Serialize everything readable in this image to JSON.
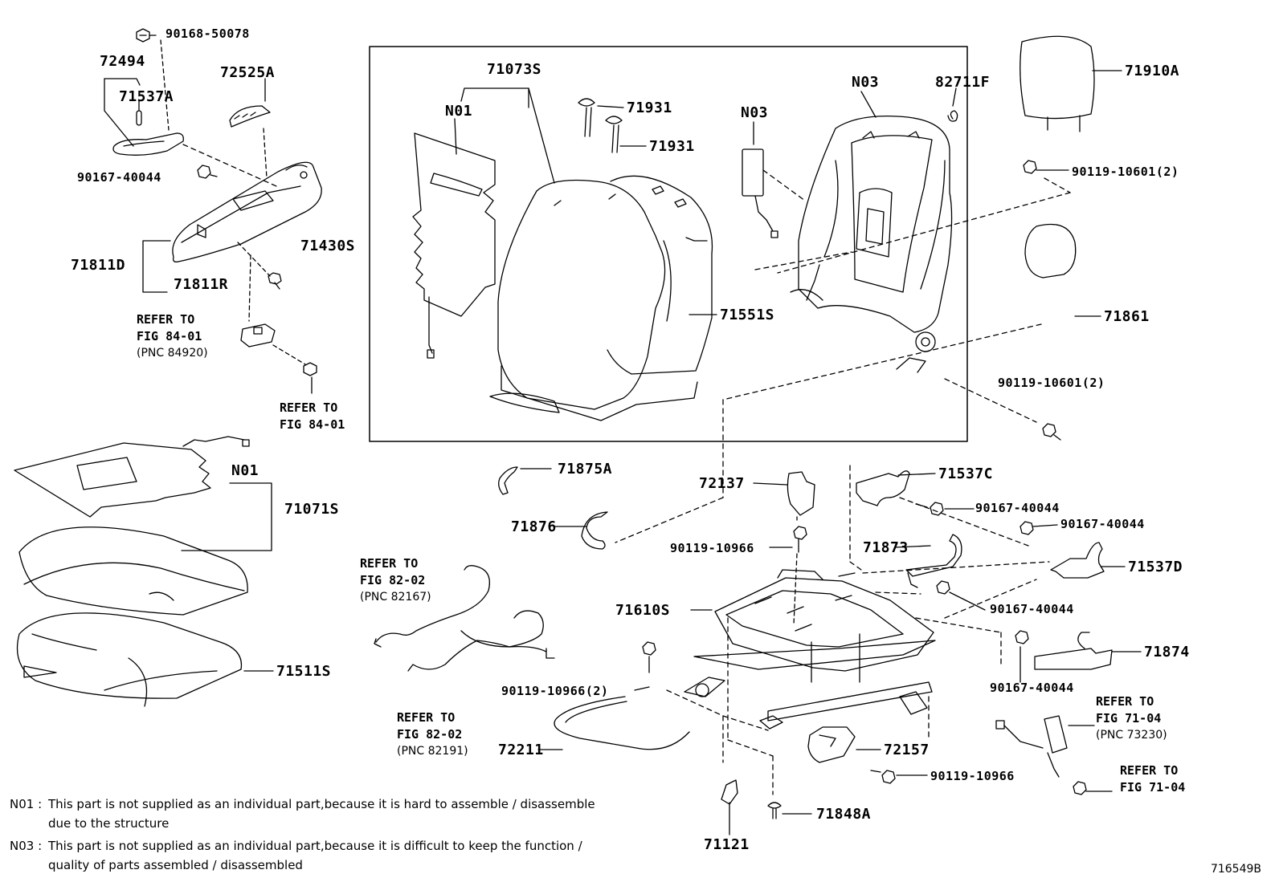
{
  "figure_id": "716549B",
  "labels": {
    "p90168_50078": "90168-50078",
    "p72494": "72494",
    "p71537A": "71537A",
    "p72525A": "72525A",
    "p90167_40044_a": "90167-40044",
    "p71811D": "71811D",
    "p71811R": "71811R",
    "p71430S": "71430S",
    "p71073S": "71073S",
    "pN01_top": "N01",
    "p71931_a": "71931",
    "p71931_b": "71931",
    "pN03_a": "N03",
    "pN03_b": "N03",
    "p82711F": "82711F",
    "p71910A": "71910A",
    "p90119_10601_2a": "90119-10601(2)",
    "p71551S": "71551S",
    "p71861": "71861",
    "p90119_10601_2b": "90119-10601(2)",
    "pN01_left": "N01",
    "p71071S": "71071S",
    "p71511S": "71511S",
    "p71875A": "71875A",
    "p71876": "71876",
    "p72137": "72137",
    "p90119_10966_a": "90119-10966",
    "p71537C": "71537C",
    "p90167_40044_b": "90167-40044",
    "p90167_40044_c": "90167-40044",
    "p71873": "71873",
    "p71537D": "71537D",
    "p71610S": "71610S",
    "p90167_40044_d": "90167-40044",
    "p71874": "71874",
    "p90167_40044_e": "90167-40044",
    "p90119_10966_2": "90119-10966(2)",
    "p72211": "72211",
    "p72157": "72157",
    "p90119_10966_b": "90119-10966",
    "p71848A": "71848A",
    "p71121": "71121"
  },
  "refs": {
    "r1": {
      "l1": "REFER TO",
      "l2": "FIG 84-01",
      "l3": "(PNC 84920)"
    },
    "r2": {
      "l1": "REFER TO",
      "l2": "FIG 84-01"
    },
    "r3": {
      "l1": "REFER TO",
      "l2": "FIG 82-02",
      "l3": "(PNC 82167)"
    },
    "r4": {
      "l1": "REFER TO",
      "l2": "FIG 82-02",
      "l3": "(PNC 82191)"
    },
    "r5": {
      "l1": "REFER TO",
      "l2": "FIG 71-04",
      "l3": "(PNC 73230)"
    },
    "r6": {
      "l1": "REFER TO",
      "l2": "FIG 71-04"
    }
  },
  "notes": {
    "n01_code": "N01 :",
    "n01_line1": "This part is not supplied as an individual part,because it is hard to assemble / disassemble",
    "n01_line2": "due to the structure",
    "n03_code": "N03 :",
    "n03_line1": "This part is not supplied as an individual part,because it is difficult to keep the function /",
    "n03_line2": "quality of parts assembled / disassembled"
  }
}
